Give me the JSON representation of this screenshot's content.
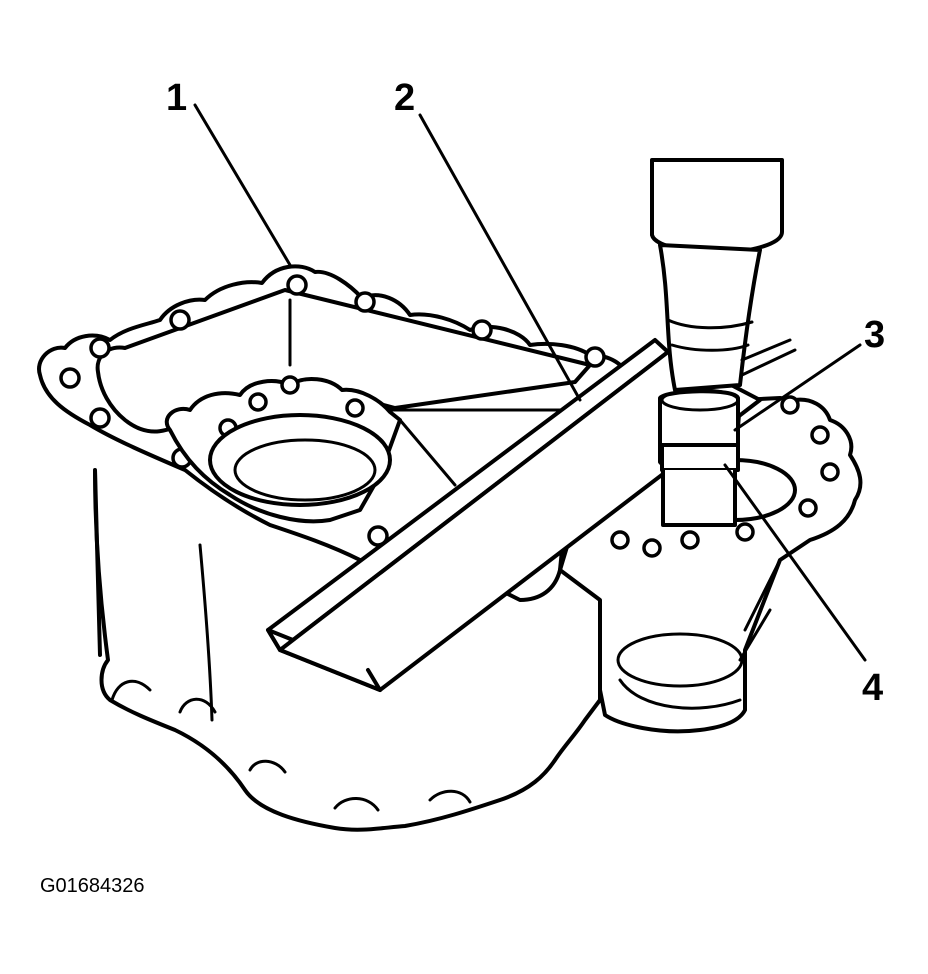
{
  "callouts": [
    {
      "id": "1",
      "label": "1"
    },
    {
      "id": "2",
      "label": "2"
    },
    {
      "id": "3",
      "label": "3"
    },
    {
      "id": "4",
      "label": "4"
    }
  ],
  "figure_id": "G01684326"
}
